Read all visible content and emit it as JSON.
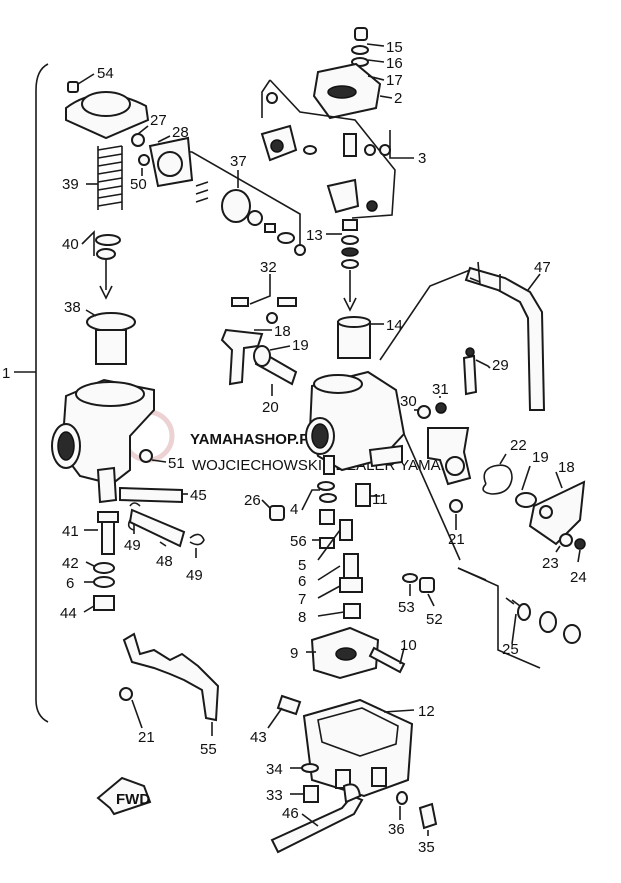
{
  "watermark": {
    "main": "YAMAHASHOP.PL",
    "sub": "WOJCIECHOWSKI - DEALER YAMAHA"
  },
  "fwd_label": "FWD",
  "group_bracket_label": "1",
  "callouts": [
    {
      "id": "15",
      "text": "15"
    },
    {
      "id": "16",
      "text": "16"
    },
    {
      "id": "17",
      "text": "17"
    },
    {
      "id": "2",
      "text": "2"
    },
    {
      "id": "3",
      "text": "3"
    },
    {
      "id": "54",
      "text": "54"
    },
    {
      "id": "27",
      "text": "27"
    },
    {
      "id": "28",
      "text": "28"
    },
    {
      "id": "37",
      "text": "37"
    },
    {
      "id": "39",
      "text": "39"
    },
    {
      "id": "50",
      "text": "50"
    },
    {
      "id": "13",
      "text": "13"
    },
    {
      "id": "40",
      "text": "40"
    },
    {
      "id": "47",
      "text": "47"
    },
    {
      "id": "32",
      "text": "32"
    },
    {
      "id": "38",
      "text": "38"
    },
    {
      "id": "14",
      "text": "14"
    },
    {
      "id": "18a",
      "text": "18"
    },
    {
      "id": "19a",
      "text": "19"
    },
    {
      "id": "29",
      "text": "29"
    },
    {
      "id": "20",
      "text": "20"
    },
    {
      "id": "31",
      "text": "31"
    },
    {
      "id": "30",
      "text": "30"
    },
    {
      "id": "22",
      "text": "22"
    },
    {
      "id": "19b",
      "text": "19"
    },
    {
      "id": "18b",
      "text": "18"
    },
    {
      "id": "51",
      "text": "51"
    },
    {
      "id": "45",
      "text": "45"
    },
    {
      "id": "26",
      "text": "26"
    },
    {
      "id": "4",
      "text": "4"
    },
    {
      "id": "11",
      "text": "11"
    },
    {
      "id": "21a",
      "text": "21"
    },
    {
      "id": "41",
      "text": "41"
    },
    {
      "id": "49a",
      "text": "49"
    },
    {
      "id": "56",
      "text": "56"
    },
    {
      "id": "23",
      "text": "23"
    },
    {
      "id": "24",
      "text": "24"
    },
    {
      "id": "42",
      "text": "42"
    },
    {
      "id": "48",
      "text": "48"
    },
    {
      "id": "49b",
      "text": "49"
    },
    {
      "id": "5",
      "text": "5"
    },
    {
      "id": "6a",
      "text": "6"
    },
    {
      "id": "6b",
      "text": "6"
    },
    {
      "id": "7",
      "text": "7"
    },
    {
      "id": "53",
      "text": "53"
    },
    {
      "id": "52",
      "text": "52"
    },
    {
      "id": "44",
      "text": "44"
    },
    {
      "id": "8",
      "text": "8"
    },
    {
      "id": "25",
      "text": "25"
    },
    {
      "id": "9",
      "text": "9"
    },
    {
      "id": "10",
      "text": "10"
    },
    {
      "id": "12",
      "text": "12"
    },
    {
      "id": "43",
      "text": "43"
    },
    {
      "id": "21b",
      "text": "21"
    },
    {
      "id": "55",
      "text": "55"
    },
    {
      "id": "34",
      "text": "34"
    },
    {
      "id": "33",
      "text": "33"
    },
    {
      "id": "46",
      "text": "46"
    },
    {
      "id": "36",
      "text": "36"
    },
    {
      "id": "35",
      "text": "35"
    }
  ]
}
